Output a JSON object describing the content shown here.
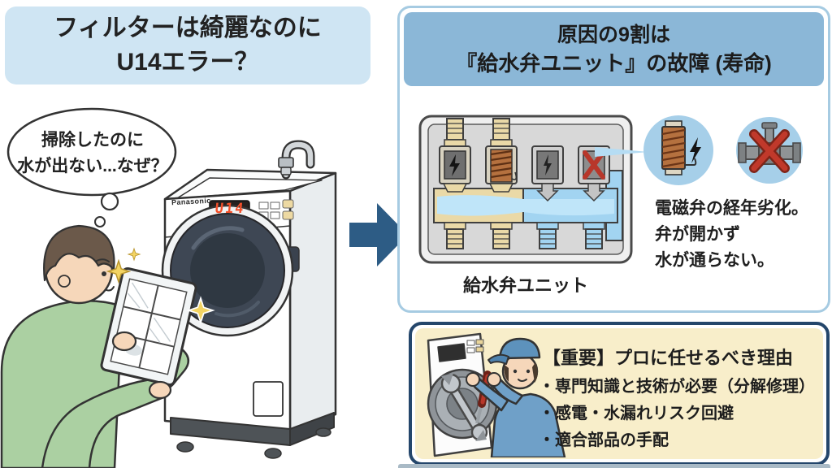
{
  "left": {
    "banner": {
      "line1": "フィルターは綺麗なのに",
      "line2": "U14エラー？"
    },
    "bubble": {
      "line1": "掃除したのに",
      "line2": "水が出ない...なぜ？"
    },
    "machine": {
      "brand": "Panasonic",
      "display": "U14"
    }
  },
  "cause_panel": {
    "title": {
      "line1": "原因の9割は",
      "line2": "『給水弁ユニット』の故障 (寿命)"
    },
    "caption": "給水弁ユニット",
    "explanation": {
      "line1": "電磁弁の経年劣化。",
      "line2": "弁が開かず",
      "line3": "水が通らない。"
    }
  },
  "important_panel": {
    "title": "【重要】プロに任せるべき理由",
    "bullets": [
      "・専門知識と技術が必要（分解修理）",
      "・感電・水漏れリスク回避",
      "・適合部品の手配"
    ]
  },
  "icons": {
    "flow_arrow": "right-arrow",
    "coil": "solenoid-coil-icon",
    "closed_valve": "valve-x-icon",
    "lightning": "⚡",
    "sparkle": "✦"
  },
  "colors": {
    "banner_bg": "#cfe5f3",
    "header_bg": "#8bb7d7",
    "panel_border": "#a6cbe2",
    "navy_border": "#24466b",
    "cream_bg": "#f8eeca",
    "arrow_blue": "#2d5c85",
    "callout_bg": "#a6cfe9",
    "error_display_red": "#f4502a",
    "red_x": "#b8372a",
    "coil_copper": "#b5713f",
    "beige_valve": "#ead9a7",
    "water_blue": "#a2d4f1",
    "sweater_green": "#abd0a2"
  }
}
